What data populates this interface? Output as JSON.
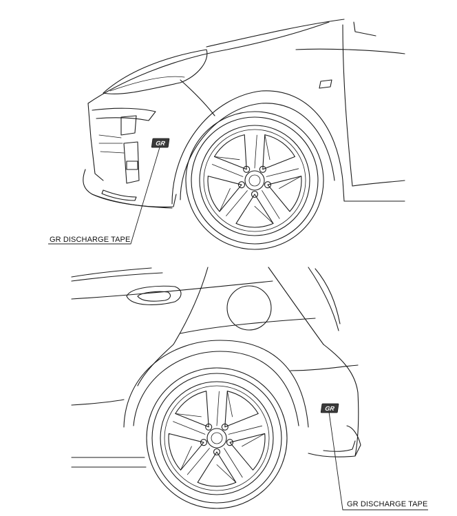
{
  "labels": {
    "front_callout": "GR DISCHARGE TAPE",
    "rear_callout": "GR DISCHARGE TAPE",
    "badge_front": "GR",
    "badge_rear": "GR"
  },
  "colors": {
    "line": "#1a1a1a",
    "badge_fill": "#3a3a3a",
    "background": "#ffffff"
  }
}
